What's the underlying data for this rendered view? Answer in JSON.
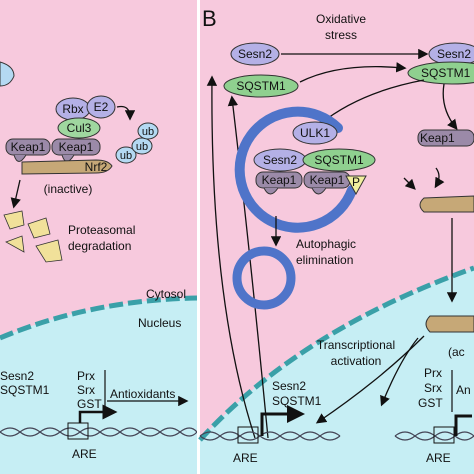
{
  "panel_b_letter": "B",
  "left_panel": {
    "rbx": "Rbx",
    "e2": "E2",
    "cul3": "Cul3",
    "keap1_a": "Keap1",
    "keap1_b": "Keap1",
    "nrf2": "Nrf2",
    "ub": "ub",
    "inactive": "(inactive)",
    "proteasomal_1": "Proteasomal",
    "proteasomal_2": "degradation",
    "cytosol": "Cytosol",
    "nucleus": "Nucleus",
    "sesn2": "Sesn2",
    "sqstm1": "SQSTM1",
    "prx": "Prx",
    "srx": "Srx",
    "gst": "GST",
    "antioxidants": "Antioxidants",
    "are": "ARE"
  },
  "right_panel": {
    "oxidative_1": "Oxidative",
    "oxidative_2": "stress",
    "sesn2_top": "Sesn2",
    "sqstm1_top": "SQSTM1",
    "sesn2_right": "Sesn2",
    "sqstm1_right": "SQSTM1",
    "ulk1": "ULK1",
    "sesn2_complex": "Sesn2",
    "sqstm1_complex": "SQSTM1",
    "keap1_c1": "Keap1",
    "keap1_c2": "Keap1",
    "p": "P",
    "autophagic_1": "Autophagic",
    "autophagic_2": "elimination",
    "keap1_right": "Keap1",
    "transcriptional_1": "Transcriptional",
    "transcriptional_2": "activation",
    "sesn2_gene": "Sesn2",
    "sqstm1_gene": "SQSTM1",
    "prx": "Prx",
    "srx": "Srx",
    "gst": "GST",
    "active": "(ac",
    "antioxidants_partial": "An",
    "are_1": "ARE",
    "are_2": "ARE"
  },
  "colors": {
    "cytosol": "#f7c9dd",
    "nucleus": "#c6eef4",
    "keap1": "#9b8aa8",
    "sqstm1": "#8fd08f",
    "sesn2": "#b4b0e6",
    "ulk1": "#b4b0e6",
    "cul3": "#9fd79f",
    "phosphate": "#f1ef9e",
    "nrf2_tan": "#c6a877",
    "degradation": "#f1e19a",
    "autophagosome": "#4f74c9"
  }
}
